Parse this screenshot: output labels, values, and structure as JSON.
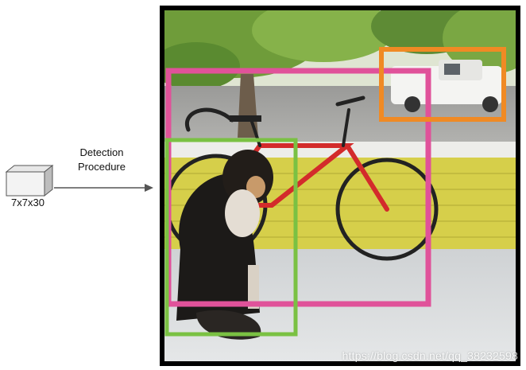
{
  "tensor": {
    "label": "7x7x30"
  },
  "procedure": {
    "line1": "Detection",
    "line2": "Procedure"
  },
  "detections": [
    {
      "object": "dog",
      "color": "#7ac143"
    },
    {
      "object": "bicycle",
      "color": "#e0529a"
    },
    {
      "object": "car",
      "color": "#f08a24"
    }
  ],
  "watermark": "https://blog.csdn.net/qq_38232598"
}
